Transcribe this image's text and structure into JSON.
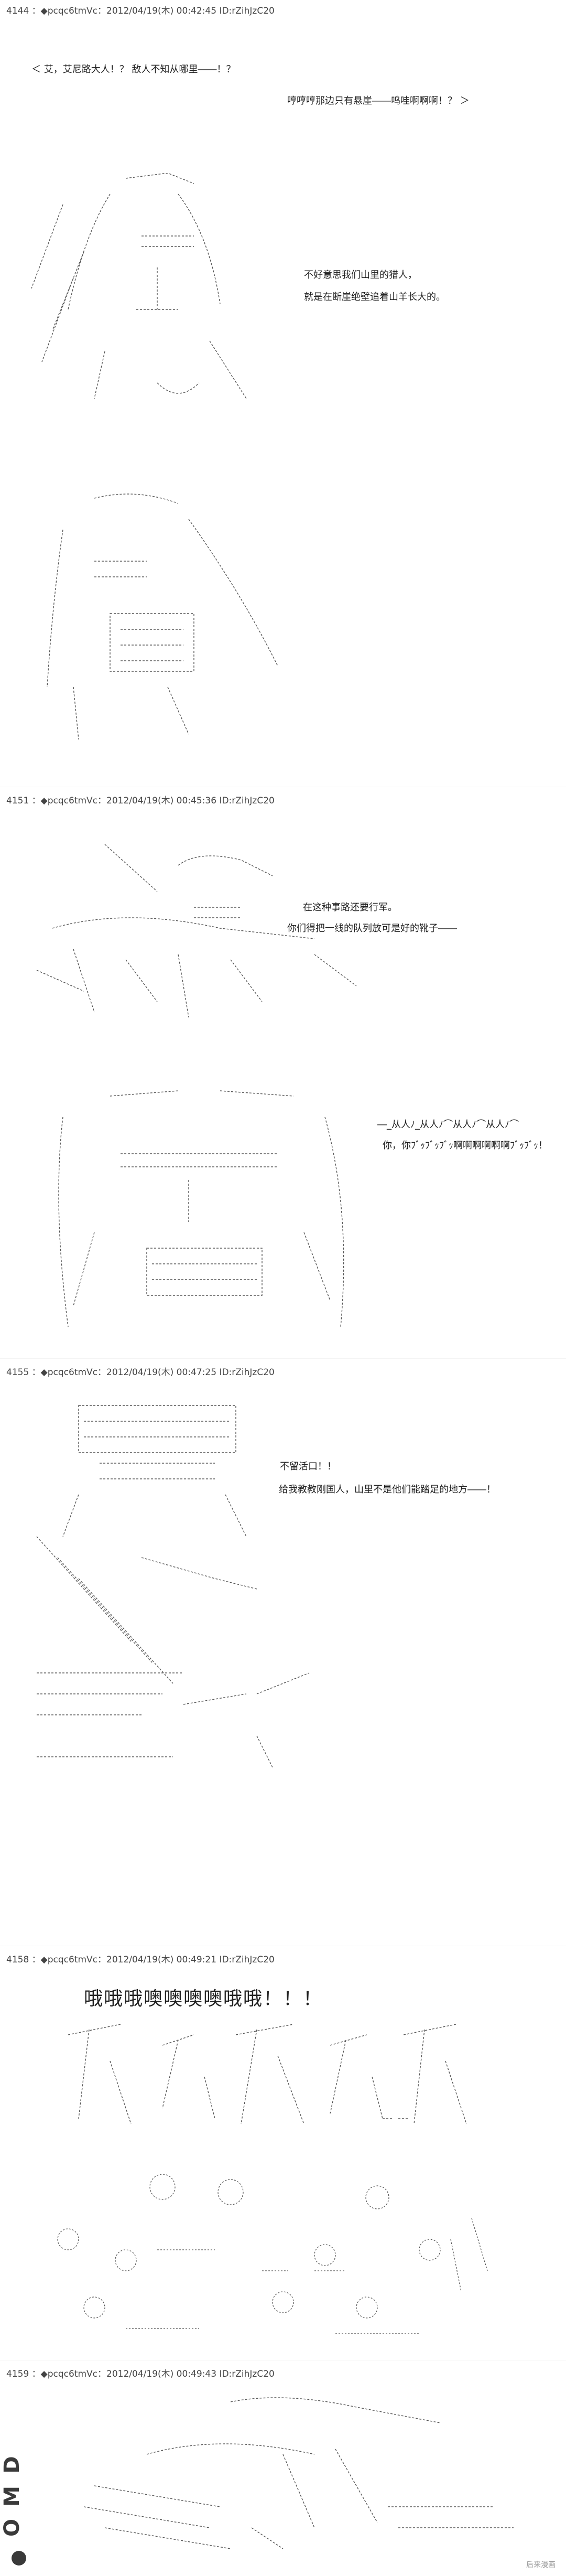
{
  "posts": [
    {
      "header": "4144 ：◆pcqc6tmVc：2012/04/19(木) 00:42:45 ID:rZihJzC20",
      "lines": [
        "＜  艾，艾尼路大人！？  敌人不知从哪里――！？",
        "哼哼哼那边只有悬崖――呜哇啊啊啊！？  ＞",
        "不好意思我们山里的猎人，",
        "就是在断崖绝壁追着山羊长大的。"
      ]
    },
    {
      "header": "4151 ：◆pcqc6tmVc：2012/04/19(木) 00:45:36 ID:rZihJzC20",
      "lines": [
        "在这种事路还要行军。",
        "你们得把一线的队列放可是好的靴子――",
        "―_从人ﾉ_从人ﾉ⌒从人ﾉ⌒从人ﾉ⌒",
        "你，你ﾌﾞｯﾌﾞｯﾌﾞｯ啊啊啊啊啊啊ﾌﾞｯﾌﾞｯ！"
      ]
    },
    {
      "header": "4155 ：◆pcqc6tmVc：2012/04/19(木) 00:47:25 ID:rZihJzC20",
      "lines": [
        "不留活口！！",
        "给我教教刚国人，山里不是他们能踏足的地方――！"
      ]
    },
    {
      "header": "4158 ：◆pcqc6tmVc：2012/04/19(木) 00:49:21 ID:rZihJzC20",
      "lines": [
        "哦哦哦噢噢噢噢哦哦！！！"
      ]
    },
    {
      "header": "4159 ：◆pcqc6tmVc：2012/04/19(木) 00:49:43 ID:rZihJzC20",
      "lines": []
    }
  ],
  "footer": "后来漫画",
  "colors": {
    "text": "#222222",
    "art": "#555555",
    "header": "#444444"
  }
}
